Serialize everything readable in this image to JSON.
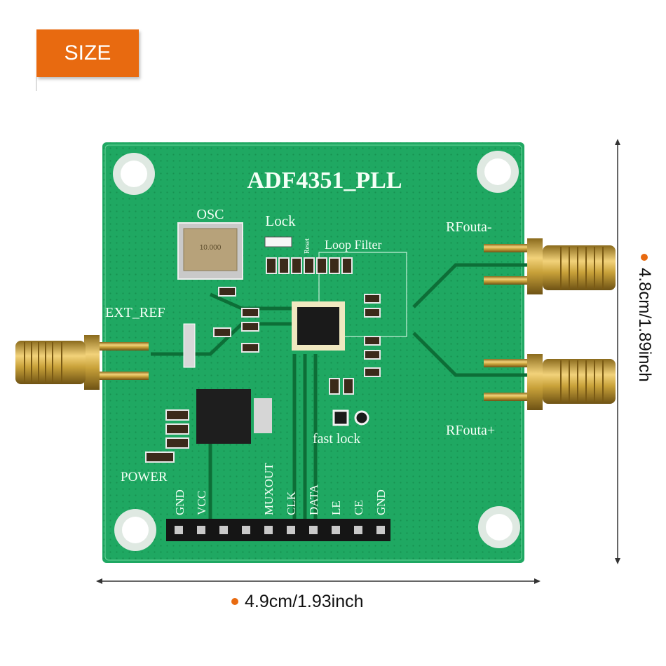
{
  "badge": {
    "label": "SIZE"
  },
  "dimensions": {
    "width_label": "4.9cm/1.93inch",
    "height_label": "4.8cm/1.89inch"
  },
  "board": {
    "title": "ADF4351_PLL",
    "labels": {
      "osc": "OSC",
      "lock": "Lock",
      "reset": "Reset",
      "loop_filter": "Loop Filter",
      "ext_ref": "EXT_REF",
      "rfout_minus": "RFouta-",
      "rfout_plus": "RFouta+",
      "fast_lock": "fast lock",
      "power": "POWER",
      "osc_part": "10.000"
    },
    "pins": [
      "GND",
      "VCC",
      "MUXOUT",
      "CLK",
      "DATA",
      "LE",
      "CE",
      "GND"
    ]
  },
  "colors": {
    "accent": "#e86a10",
    "pcb": "#1fa862",
    "connector_gold": "#c9a23a"
  }
}
